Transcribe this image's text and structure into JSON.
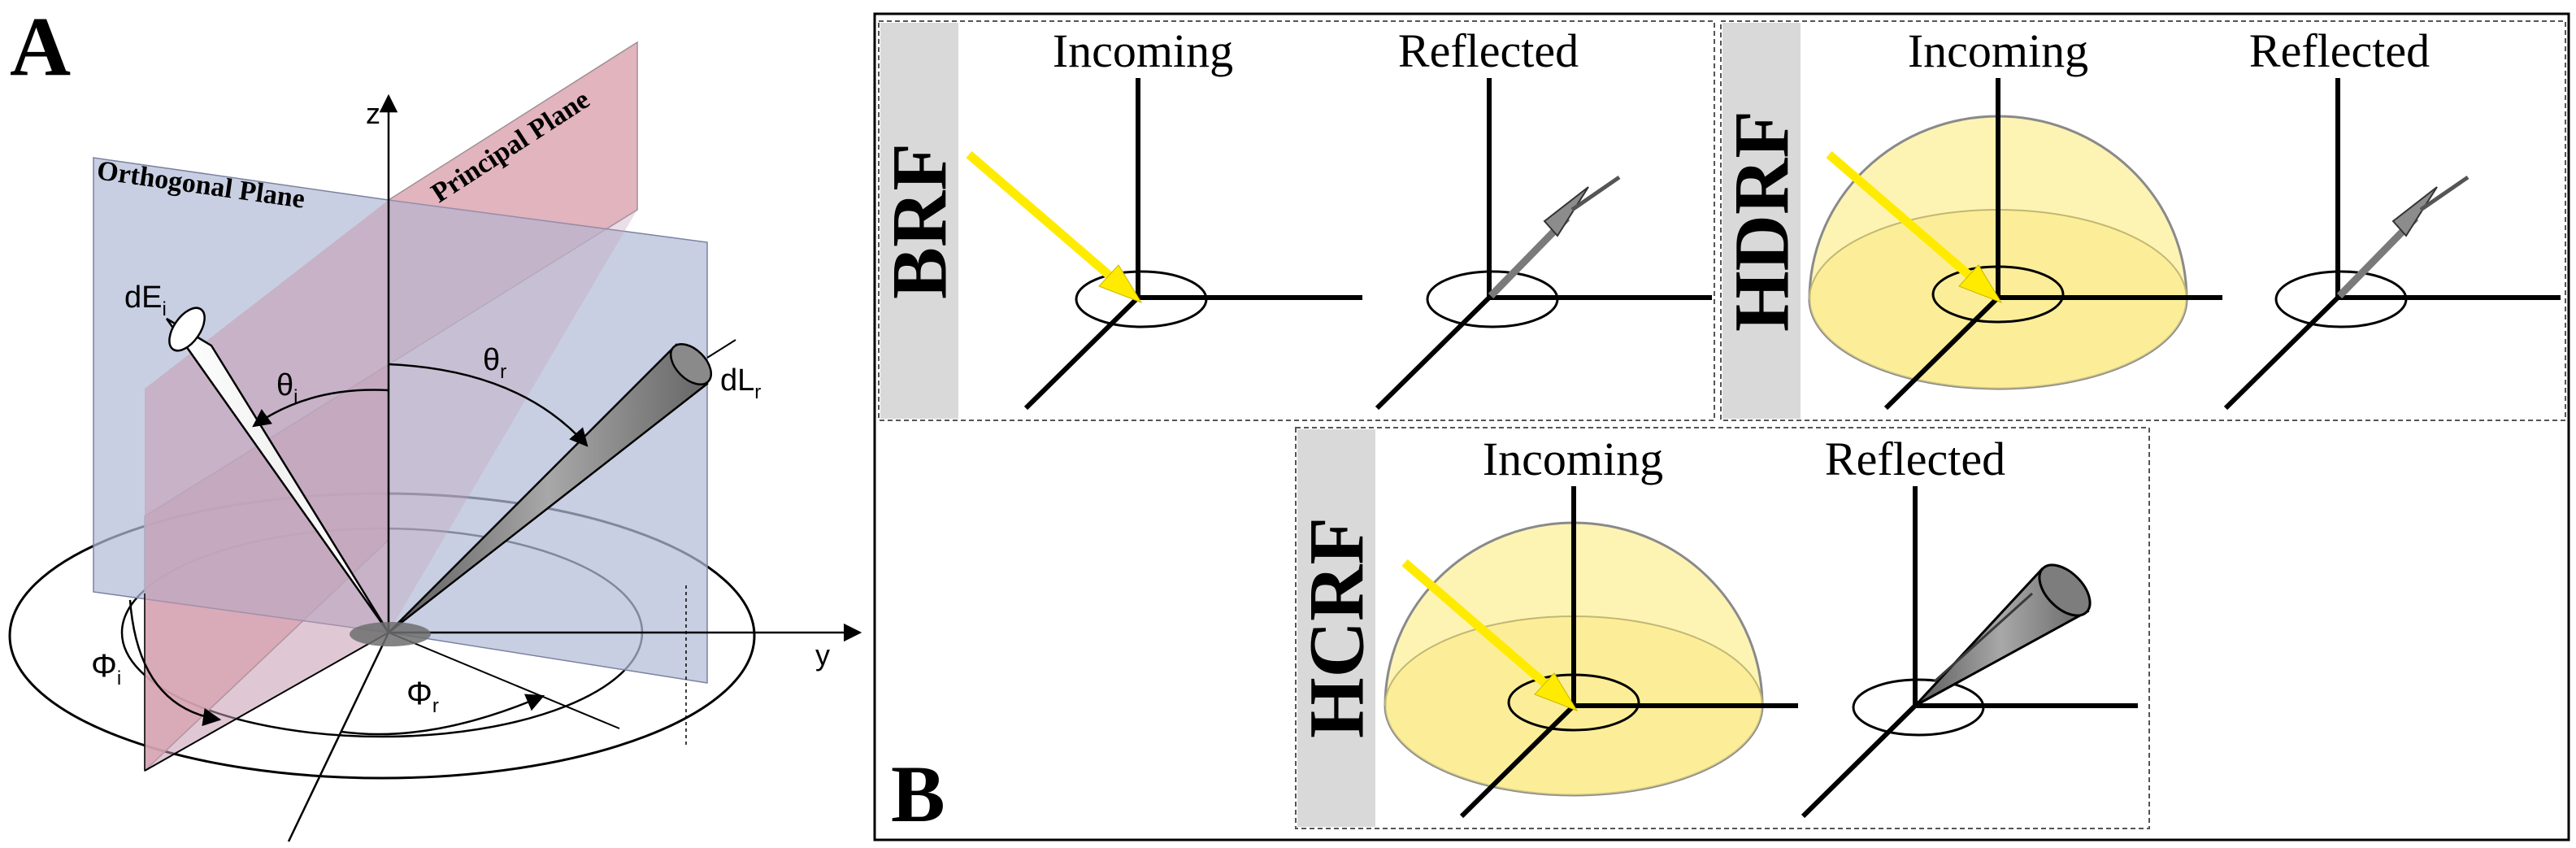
{
  "panel_a": {
    "letter": "A",
    "planes": {
      "orthogonal": "Orthogonal Plane",
      "principal": "Principal Plane"
    },
    "axes": {
      "z": "z",
      "y": "y"
    },
    "symbols": {
      "dE": "dE",
      "dE_sub": "i",
      "dL": "dL",
      "dL_sub": "r",
      "theta": "θ",
      "theta_i_sub": "i",
      "theta_r_sub": "r",
      "phi": "Φ",
      "phi_i_sub": "i",
      "phi_r_sub": "r"
    }
  },
  "panel_b": {
    "letter": "B",
    "incoming_label": "Incoming",
    "reflected_label": "Reflected",
    "quantities": [
      {
        "name": "BRF",
        "incoming": "direct",
        "reflected": "direction"
      },
      {
        "name": "HDRF",
        "incoming": "hemispherical",
        "reflected": "direction"
      },
      {
        "name": "HCRF",
        "incoming": "hemispherical",
        "reflected": "cone"
      }
    ]
  },
  "colors": {
    "orthogonal_plane": "#b4bcd7",
    "principal_plane": "#efb2b6",
    "overlap": "#c59bb0",
    "incoming_arrow": "#ffeb00",
    "hemisphere": "#fdf4b4",
    "tab": "#d9d9d9"
  }
}
